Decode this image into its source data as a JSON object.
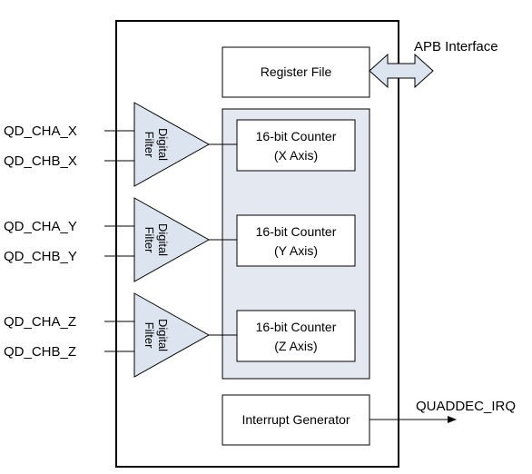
{
  "diagram": {
    "register_file": "Register File",
    "apb_interface": "APB Interface",
    "filter_label_line1": "Digital",
    "filter_label_line2": "Filter",
    "counters": [
      {
        "line1": "16-bit Counter",
        "line2": "(X Axis)"
      },
      {
        "line1": "16-bit Counter",
        "line2": "(Y Axis)"
      },
      {
        "line1": "16-bit Counter",
        "line2": "(Z Axis)"
      }
    ],
    "inputs": [
      "QD_CHA_X",
      "QD_CHB_X",
      "QD_CHA_Y",
      "QD_CHB_Y",
      "QD_CHA_Z",
      "QD_CHB_Z"
    ],
    "interrupt_generator": "Interrupt Generator",
    "irq_output": "QUADDEC_IRQ"
  },
  "colors": {
    "filter_fill": "#dce4ef",
    "counter_group_fill": "#e4e9f1",
    "line": "#000000"
  }
}
